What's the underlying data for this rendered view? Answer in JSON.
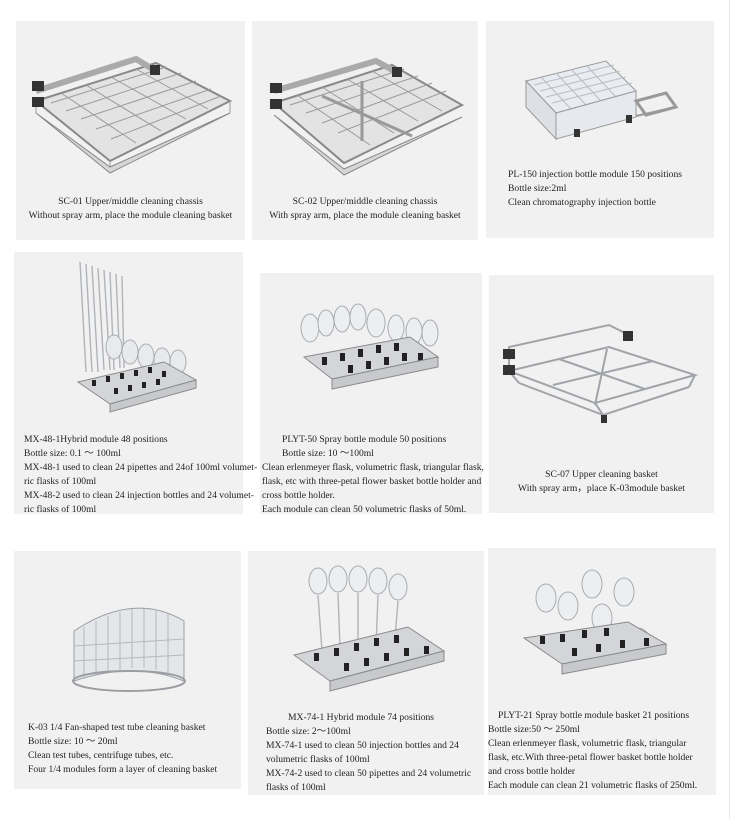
{
  "cards": [
    {
      "id": "sc01",
      "lines": [
        "SC-01 Upper/middle cleaning chassis",
        "Without spray arm, place the module cleaning basket"
      ]
    },
    {
      "id": "sc02",
      "lines": [
        "SC-02 Upper/middle cleaning chassis",
        "With spray arm, place the module cleaning basket"
      ]
    },
    {
      "id": "pl150",
      "lines": [
        "PL-150 injection bottle module 150 positions",
        "Bottle size:2ml",
        "Clean chromatography injection bottle"
      ]
    },
    {
      "id": "mx48",
      "lines": [
        "MX-48-1Hybrid module 48 positions",
        "Bottle size: 0.1 ～ 100ml",
        "MX-48-1 used to clean 24 pipettes and 24of 100ml volumet-",
        "ric flasks of 100ml",
        "MX-48-2 used to clean 24 injection bottles and 24 volumet-",
        "ric flasks of 100ml"
      ]
    },
    {
      "id": "plyt50",
      "lines": [
        "PLYT-50 Spray bottle module  50 positions",
        "Bottle size: 10 ～100ml",
        "Clean erlenmeyer flask, volumetric flask, triangular flask,",
        "flask, etc with  three-petal flower basket bottle holder and",
        "cross bottle holder.",
        "Each module can clean 50 volumetric flasks of 50ml."
      ]
    },
    {
      "id": "sc07",
      "lines": [
        "SC-07 Upper cleaning basket",
        "With spray arm，place K-03module basket"
      ]
    },
    {
      "id": "k03",
      "lines": [
        "K-03  1/4 Fan-shaped test tube cleaning basket",
        "Bottle size: 10 ～ 20ml",
        "Clean test tubes, centrifuge tubes, etc.",
        "Four 1/4 modules form a layer of cleaning basket"
      ]
    },
    {
      "id": "mx74",
      "lines": [
        "MX-74-1 Hybrid module 74 positions",
        "Bottle size: 2～100ml",
        "MX-74-1 used to clean 50 injection bottles and 24",
        "volumetric flasks of 100ml",
        "MX-74-2 used to clean 50 pipettes and 24 volumetric",
        "flasks of 100ml"
      ]
    },
    {
      "id": "plyt21",
      "lines": [
        "PLYT-21 Spray bottle module basket  21 positions",
        "Bottle size:50 ～ 250ml",
        "Clean erlenmeyer flask, volumetric flask, triangular",
        "flask, etc.With three-petal flower basket bottle holder",
        "and cross bottle holder",
        "Each module can clean 21 volumetric flasks of 250ml."
      ]
    }
  ]
}
